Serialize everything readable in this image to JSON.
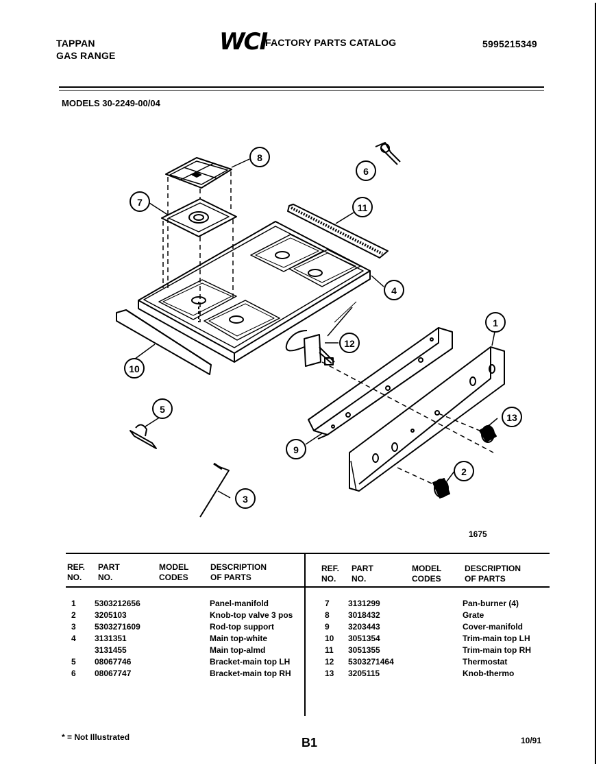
{
  "header": {
    "brand": "TAPPAN",
    "product": "GAS RANGE",
    "logo": "WCI",
    "catalog_title": "FACTORY PARTS CATALOG",
    "catalog_number": "5995215349",
    "models": "MODELS 30-2249-00/04"
  },
  "diagram": {
    "callouts": [
      "1",
      "2",
      "3",
      "4",
      "5",
      "6",
      "7",
      "8",
      "9",
      "10",
      "11",
      "12",
      "13"
    ],
    "figure_number": "1675"
  },
  "table": {
    "headers": {
      "ref": [
        "REF.",
        "NO."
      ],
      "part": [
        "PART",
        "NO."
      ],
      "model": [
        "MODEL",
        "CODES"
      ],
      "desc": [
        "DESCRIPTION",
        "OF PARTS"
      ]
    },
    "left": {
      "ref": [
        "1",
        "2",
        "3",
        "4",
        "",
        "5",
        "6"
      ],
      "part": [
        "5303212656",
        "3205103",
        "5303271609",
        "3131351",
        "3131455",
        "08067746",
        "08067747"
      ],
      "desc": [
        "Panel-manifold",
        "Knob-top valve 3 pos",
        "Rod-top support",
        "Main top-white",
        "Main top-almd",
        "Bracket-main top LH",
        "Bracket-main top RH"
      ]
    },
    "right": {
      "ref": [
        "7",
        "8",
        "9",
        "10",
        "11",
        "12",
        "13"
      ],
      "part": [
        "3131299",
        "3018432",
        "3203443",
        "3051354",
        "3051355",
        "5303271464",
        "3205115"
      ],
      "desc": [
        "Pan-burner (4)",
        "Grate",
        "Cover-manifold",
        "Trim-main top LH",
        "Trim-main top RH",
        "Thermostat",
        "Knob-thermo"
      ]
    }
  },
  "footer": {
    "note": "* = Not Illustrated",
    "page": "B1",
    "date": "10/91"
  }
}
